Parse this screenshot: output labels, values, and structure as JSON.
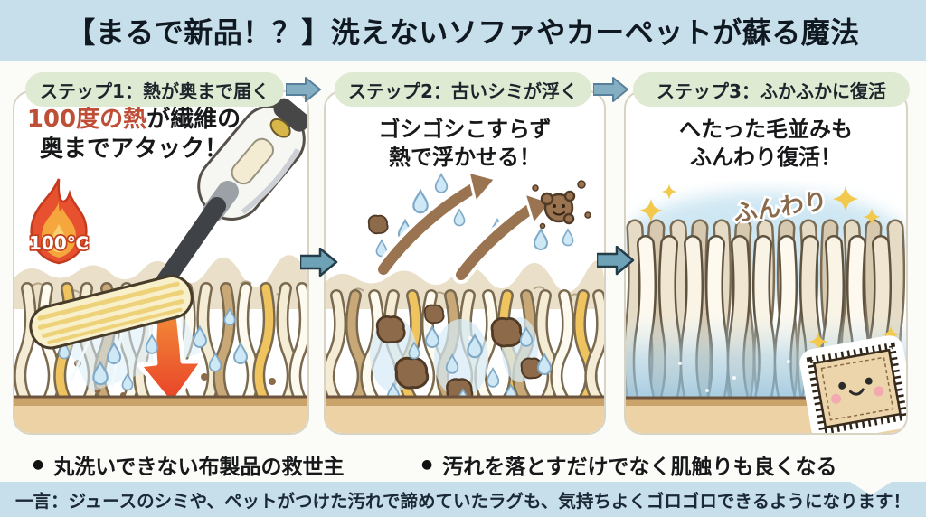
{
  "title": "【まるで新品！？】洗えないソファやカーペットが蘇る魔法",
  "steps": [
    {
      "header": "ステップ1：熱が奥まで届く",
      "caption_highlight": "100度の熱",
      "caption_rest": "が繊維の",
      "caption_line2": "奥までアタック！",
      "flame_label": "100℃"
    },
    {
      "header": "ステップ2：古いシミが浮く",
      "caption_line1": "ゴシゴシこすらず",
      "caption_line2": "熱で浮かせる！"
    },
    {
      "header": "ステップ3：ふかふかに復活",
      "caption_line1": "へたった毛並みも",
      "caption_line2": "ふんわり復活！",
      "fluffy_label": "ふんわり"
    }
  ],
  "bullets": [
    {
      "marker": "●",
      "text": "丸洗いできない布製品の救世主"
    },
    {
      "marker": "●",
      "text": "汚れを落とすだけでなく肌触りも良くなる"
    }
  ],
  "footer": "一言：ジュースのシミや、ペットがつけた汚れで諦めていたラグも、気持ちよくゴロゴロできるようになります！",
  "colors": {
    "band_blue": "#c7dfea",
    "pill_green": "#dfead2",
    "arrow_blue": "#6ea2b7",
    "accent_red": "#bf4e36",
    "flame_orange": "#e8512f",
    "carpet_tan": "#ecd2a4",
    "dirt_brown": "#9a7350",
    "text_dark": "#17181a"
  }
}
